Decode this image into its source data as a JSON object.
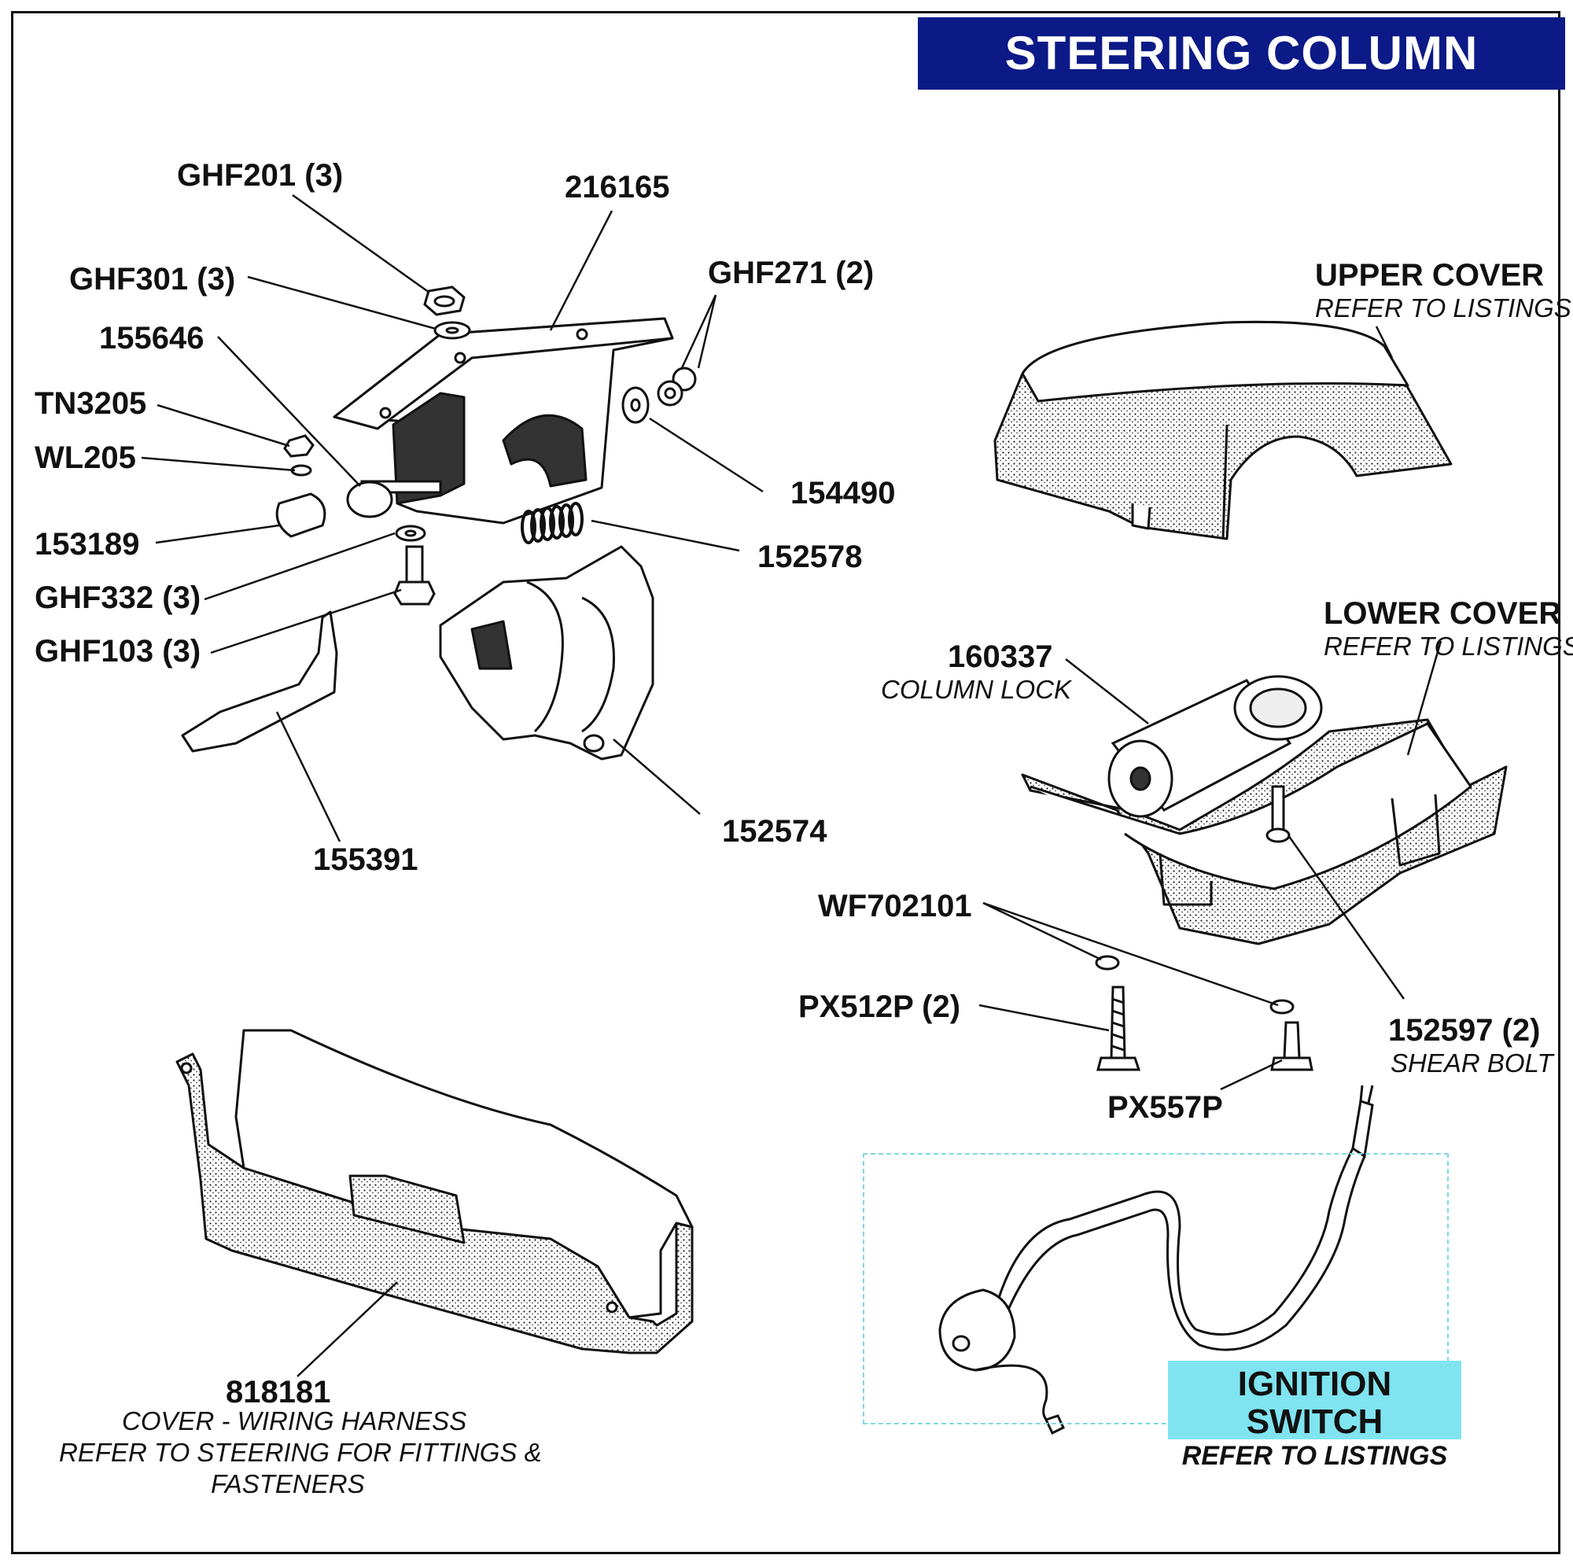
{
  "title": "STEERING COLUMN COVERS",
  "parts": {
    "ghf201": "GHF201 (3)",
    "p216165": "216165",
    "ghf301": "GHF301 (3)",
    "ghf271": "GHF271 (2)",
    "p155646": "155646",
    "tn3205": "TN3205",
    "wl205": "WL205",
    "p154490": "154490",
    "p153189": "153189",
    "p152578": "152578",
    "ghf332": "GHF332 (3)",
    "ghf103": "GHF103 (3)",
    "p152574": "152574",
    "p155391": "155391",
    "upper_cover": "UPPER COVER",
    "upper_cover_note": "REFER TO LISTINGS",
    "lower_cover": "LOWER COVER",
    "lower_cover_note": "REFER TO LISTINGS",
    "p160337": "160337",
    "p160337_note": "COLUMN LOCK",
    "wf702101": "WF702101",
    "px512p": "PX512P (2)",
    "p152597": "152597 (2)",
    "p152597_note": "SHEAR BOLT",
    "px557p": "PX557P",
    "p818181": "818181",
    "p818181_note1": "COVER - WIRING HARNESS",
    "p818181_note2": "REFER TO STEERING FOR FITTINGS &",
    "p818181_note3": "FASTENERS"
  },
  "ignition": {
    "label": "IGNITION SWITCH",
    "note": "REFER TO LISTINGS"
  },
  "colors": {
    "title_bg": "#0b1a86",
    "title_text": "#ffffff",
    "ignition_highlight": "#7fe4f0",
    "ignition_box_border": "#7fd6e6"
  }
}
